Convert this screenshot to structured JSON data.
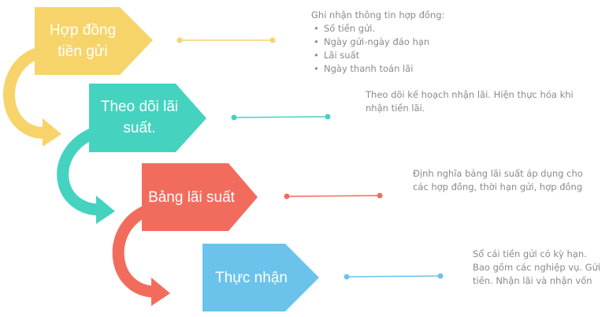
{
  "colors": {
    "yellow": "#F7D46A",
    "teal": "#45D3C0",
    "coral": "#F26C5E",
    "blue": "#6BC3EC",
    "text": "#8a8a8a"
  },
  "steps": [
    {
      "title": "Hợp đồng tiền gửi",
      "description_heading": "Ghi nhận thông tin hợp đồng:",
      "bullets": [
        "Số tiền gửi.",
        "Ngày gửi-ngày đáo hạn",
        "Lãi suất",
        "Ngày thanh toán lãi"
      ]
    },
    {
      "title": "Theo dõi lãi suất.",
      "description": "Theo dõi kế hoạch nhận lãi. Hiện thực hóa khi nhận tiền lãi."
    },
    {
      "title": "Bảng lãi suất",
      "description": "Định nghĩa bảng lãi suất áp dụng cho các hợp đồng, thời hạn gửi, hợp đồng"
    },
    {
      "title": "Thực nhận",
      "description": "Sổ cái tiền gửi có kỳ hạn. Bao gồm các nghiệp vụ. Gửi tiền. Nhận lãi và nhận vốn"
    }
  ]
}
